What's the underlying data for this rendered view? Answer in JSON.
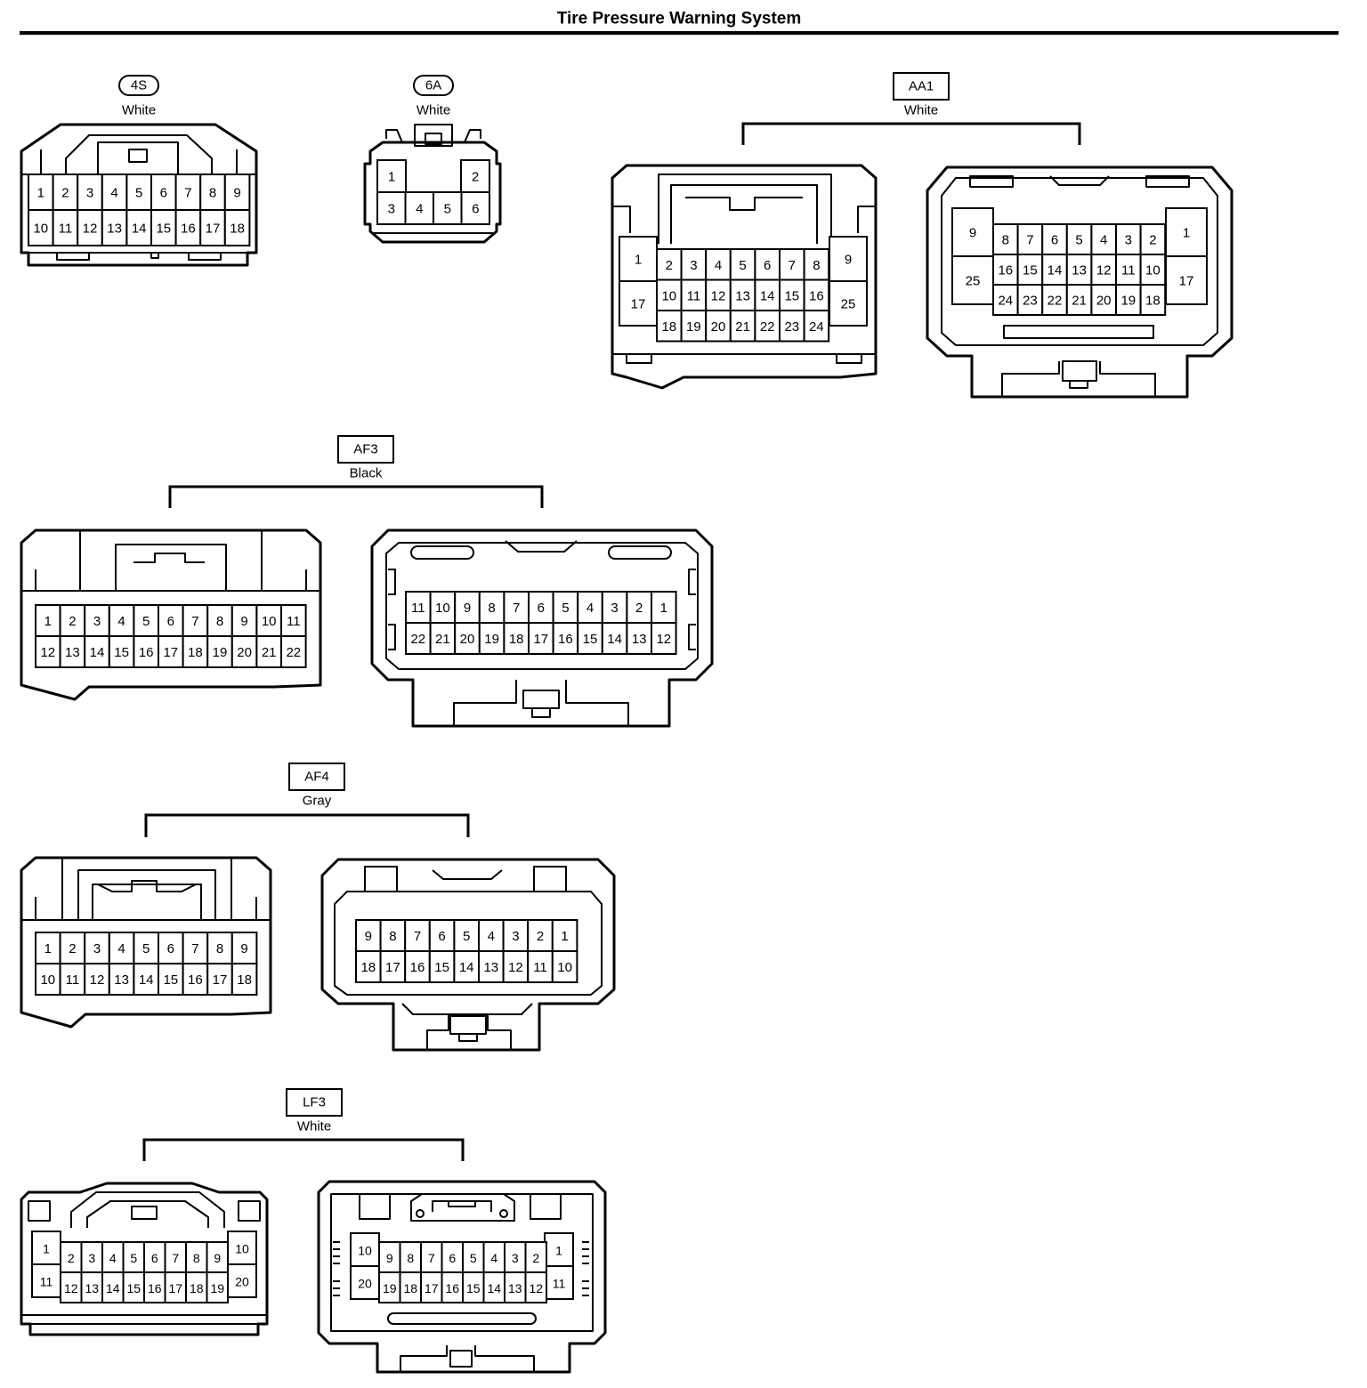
{
  "title": "Tire Pressure Warning System",
  "connectors": [
    {
      "code": "4S",
      "color": "White",
      "tag": "rounded",
      "rows": [
        [
          "1",
          "2",
          "3",
          "4",
          "5",
          "6",
          "7",
          "8",
          "9"
        ],
        [
          "10",
          "11",
          "12",
          "13",
          "14",
          "15",
          "16",
          "17",
          "18"
        ]
      ]
    },
    {
      "code": "6A",
      "color": "White",
      "tag": "rounded",
      "rows": [
        [
          "1",
          "2"
        ],
        [
          "3",
          "4",
          "5",
          "6"
        ]
      ]
    },
    {
      "code": "AA1",
      "color": "White",
      "tag": "box",
      "left": {
        "side_top": "1",
        "side_bottom": "17",
        "right_top": "9",
        "right_bottom": "25",
        "rows": [
          [
            "2",
            "3",
            "4",
            "5",
            "6",
            "7",
            "8"
          ],
          [
            "10",
            "11",
            "12",
            "13",
            "14",
            "15",
            "16"
          ],
          [
            "18",
            "19",
            "20",
            "21",
            "22",
            "23",
            "24"
          ]
        ]
      },
      "right": {
        "side_top": "9",
        "side_bottom": "25",
        "right_top": "1",
        "right_bottom": "17",
        "rows": [
          [
            "8",
            "7",
            "6",
            "5",
            "4",
            "3",
            "2"
          ],
          [
            "16",
            "15",
            "14",
            "13",
            "12",
            "11",
            "10"
          ],
          [
            "24",
            "23",
            "22",
            "21",
            "20",
            "19",
            "18"
          ]
        ]
      }
    },
    {
      "code": "AF3",
      "color": "Black",
      "tag": "box",
      "left": {
        "rows": [
          [
            "1",
            "2",
            "3",
            "4",
            "5",
            "6",
            "7",
            "8",
            "9",
            "10",
            "11"
          ],
          [
            "12",
            "13",
            "14",
            "15",
            "16",
            "17",
            "18",
            "19",
            "20",
            "21",
            "22"
          ]
        ]
      },
      "right": {
        "rows": [
          [
            "11",
            "10",
            "9",
            "8",
            "7",
            "6",
            "5",
            "4",
            "3",
            "2",
            "1"
          ],
          [
            "22",
            "21",
            "20",
            "19",
            "18",
            "17",
            "16",
            "15",
            "14",
            "13",
            "12"
          ]
        ]
      }
    },
    {
      "code": "AF4",
      "color": "Gray",
      "tag": "box",
      "left": {
        "rows": [
          [
            "1",
            "2",
            "3",
            "4",
            "5",
            "6",
            "7",
            "8",
            "9"
          ],
          [
            "10",
            "11",
            "12",
            "13",
            "14",
            "15",
            "16",
            "17",
            "18"
          ]
        ]
      },
      "right": {
        "rows": [
          [
            "9",
            "8",
            "7",
            "6",
            "5",
            "4",
            "3",
            "2",
            "1"
          ],
          [
            "18",
            "17",
            "16",
            "15",
            "14",
            "13",
            "12",
            "11",
            "10"
          ]
        ]
      }
    },
    {
      "code": "LF3",
      "color": "White",
      "tag": "box",
      "left": {
        "side_top": "1",
        "side_bottom": "11",
        "right_top": "10",
        "right_bottom": "20",
        "rows": [
          [
            "2",
            "3",
            "4",
            "5",
            "6",
            "7",
            "8",
            "9"
          ],
          [
            "12",
            "13",
            "14",
            "15",
            "16",
            "17",
            "18",
            "19"
          ]
        ]
      },
      "right": {
        "side_top": "10",
        "side_bottom": "20",
        "right_top": "1",
        "right_bottom": "11",
        "rows": [
          [
            "9",
            "8",
            "7",
            "6",
            "5",
            "4",
            "3",
            "2"
          ],
          [
            "19",
            "18",
            "17",
            "16",
            "15",
            "14",
            "13",
            "12"
          ]
        ]
      }
    }
  ]
}
